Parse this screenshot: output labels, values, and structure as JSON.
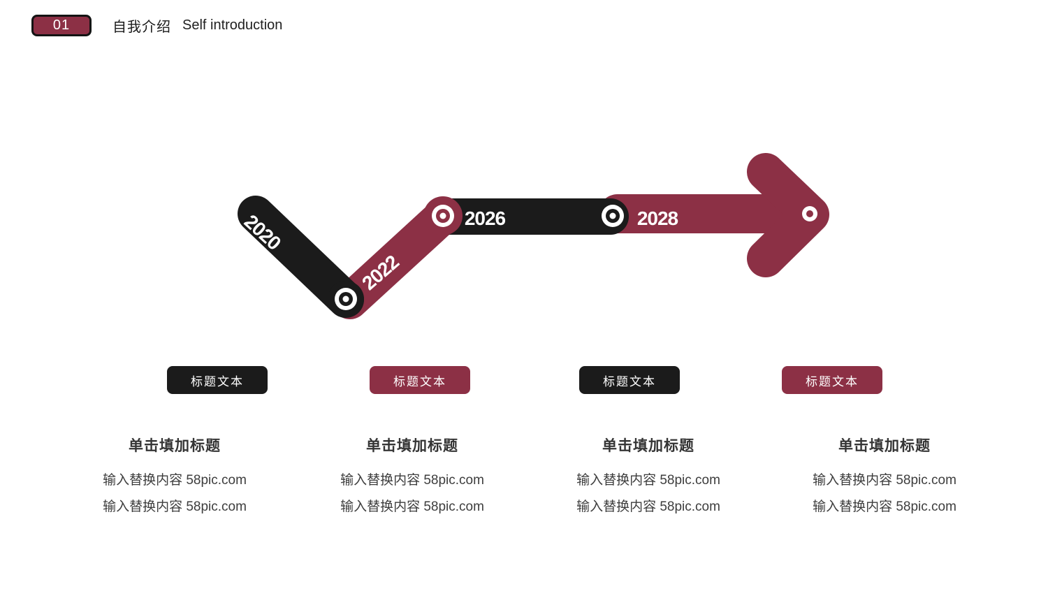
{
  "header": {
    "number": "01",
    "title_zh": "自我介绍",
    "title_en": "Self introduction"
  },
  "colors": {
    "maroon": "#8c3045",
    "ink": "#1b1b1b",
    "text": "#3d3d3d",
    "background": "#ffffff"
  },
  "timeline": {
    "milestones": [
      {
        "year": "2020",
        "color": "black"
      },
      {
        "year": "2022",
        "color": "maroon"
      },
      {
        "year": "2026",
        "color": "black"
      },
      {
        "year": "2028",
        "color": "maroon"
      }
    ]
  },
  "badges": [
    {
      "label": "标题文本",
      "variant": "black"
    },
    {
      "label": "标题文本",
      "variant": "maroon"
    },
    {
      "label": "标题文本",
      "variant": "black"
    },
    {
      "label": "标题文本",
      "variant": "maroon"
    }
  ],
  "columns": [
    {
      "title": "单击填加标题",
      "lines": [
        "输入替换内容 58pic.com",
        "输入替换内容 58pic.com"
      ]
    },
    {
      "title": "单击填加标题",
      "lines": [
        "输入替换内容 58pic.com",
        "输入替换内容 58pic.com"
      ]
    },
    {
      "title": "单击填加标题",
      "lines": [
        "输入替换内容 58pic.com",
        "输入替换内容 58pic.com"
      ]
    },
    {
      "title": "单击填加标题",
      "lines": [
        "输入替换内容 58pic.com",
        "输入替换内容 58pic.com"
      ]
    }
  ]
}
